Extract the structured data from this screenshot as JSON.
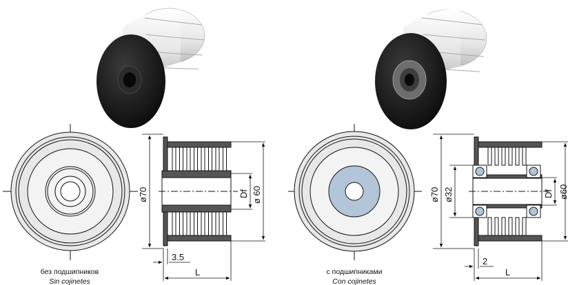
{
  "variants": [
    {
      "caption": "без подшипников",
      "caption_es": "Sin cojinetes",
      "dims": {
        "d_flange": "ø70",
        "d_groove": "ø 60",
        "df": "Df",
        "offset": "3.5",
        "length": "L"
      }
    },
    {
      "caption": "с подшипниками",
      "caption_es": "Con cojinetes",
      "dims": {
        "d_flange": "ø70",
        "d_bearing": "ø32",
        "d_groove": "ø60",
        "df": "Df",
        "offset": "2",
        "length": "L"
      }
    }
  ],
  "colors": {
    "line": "#111111",
    "hub_light": "#f2f2f2",
    "bearing_fill": "#b3c5d8",
    "section_dark": "#555555",
    "pulley_black": "#1b1b1b",
    "pulley_white": "#f4f4f4"
  }
}
